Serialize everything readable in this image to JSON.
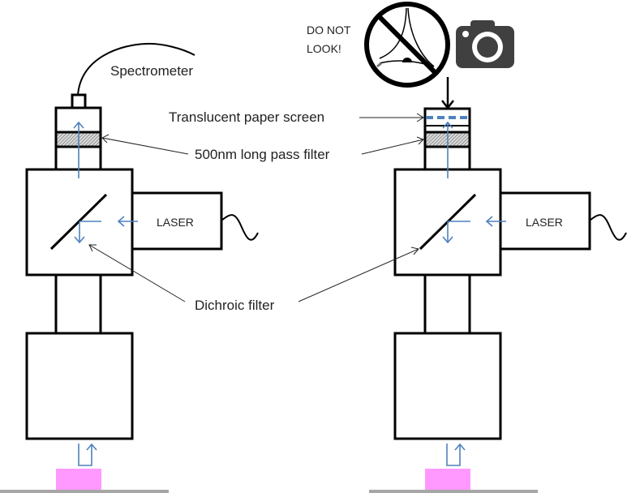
{
  "labels": {
    "spectrometer": "Spectrometer",
    "paper_screen": "Translucent paper screen",
    "long_pass": "500nm long pass filter",
    "laser_left": "LASER",
    "laser_right": "LASER",
    "dichroic": "Dichroic filter",
    "warning_line1": "DO NOT",
    "warning_line2": "LOOK!"
  },
  "icons": {
    "no_look": "eye-prohibited-icon",
    "camera": "camera-icon"
  },
  "colors": {
    "beam": "#4f81bd",
    "sample": "#ff99ff",
    "stage": "#a6a6a6",
    "camera": "#404040"
  }
}
